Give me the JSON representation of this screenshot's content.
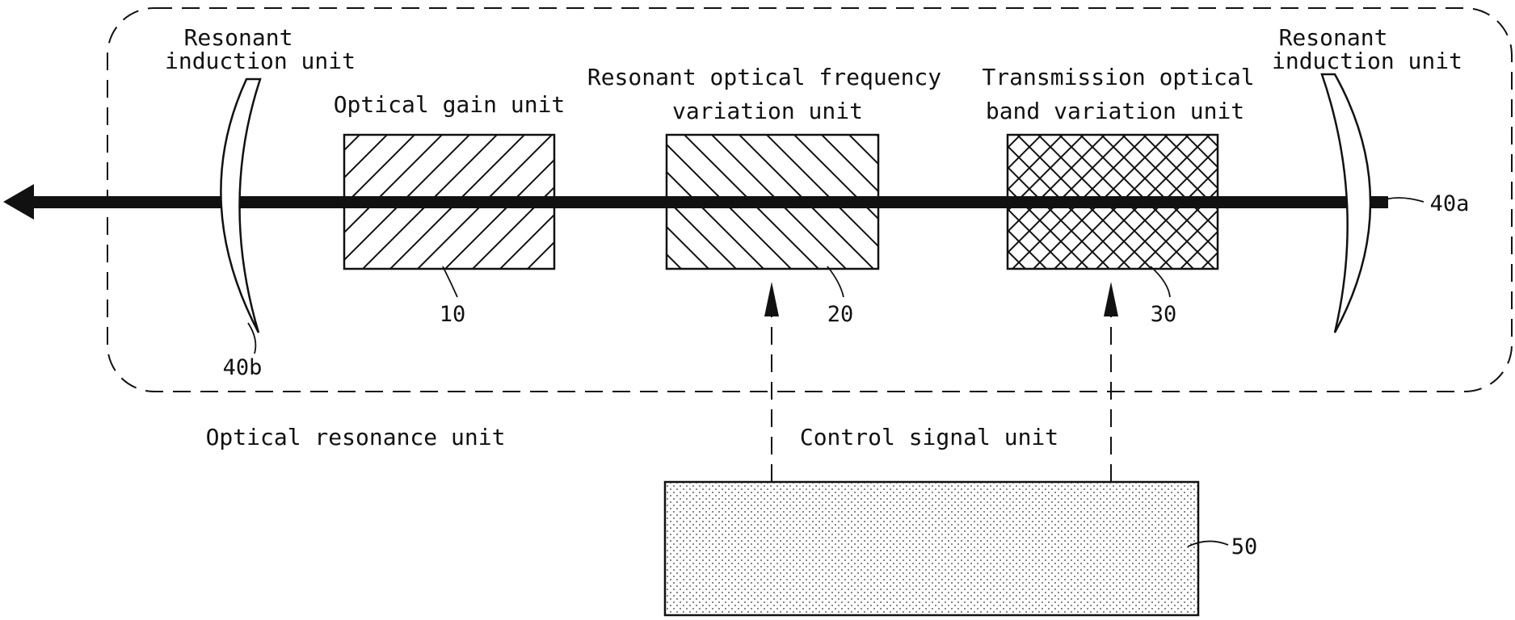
{
  "diagram": {
    "units": {
      "resonant_induction_left": {
        "line1": "Resonant",
        "line2": "induction unit",
        "ref": "40b"
      },
      "resonant_induction_right": {
        "line1": "Resonant",
        "line2": "induction unit",
        "ref": "40a"
      },
      "optical_gain": {
        "label": "Optical gain unit",
        "ref": "10"
      },
      "frequency_variation": {
        "line1": "Resonant optical frequency",
        "line2": "variation unit",
        "ref": "20"
      },
      "band_variation": {
        "line1": "Transmission optical",
        "line2": "band variation unit",
        "ref": "30"
      },
      "optical_resonance": {
        "label": "Optical resonance unit"
      },
      "control_signal": {
        "label": "Control signal unit",
        "ref": "50"
      }
    }
  }
}
